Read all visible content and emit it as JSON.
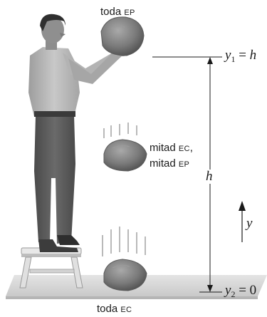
{
  "labels": {
    "top": {
      "word": "toda",
      "abbr": "EP"
    },
    "middle": {
      "line1": {
        "word": "mitad",
        "abbr": "EC",
        "suffix": ","
      },
      "line2": {
        "word": "mitad",
        "abbr": "EP"
      }
    },
    "bottom": {
      "word": "toda",
      "abbr": "EC"
    }
  },
  "axis": {
    "y1": {
      "symbol": "y",
      "sub": "1",
      "eq": "=",
      "value": "h"
    },
    "y2": {
      "symbol": "y",
      "sub": "2",
      "eq": "=",
      "value": "0"
    },
    "height_symbol": "h",
    "direction_symbol": "y"
  },
  "colors": {
    "rock": "#7a7a7a",
    "rock_dark": "#4f4f4f",
    "shirt": "#b7b7b7",
    "pants": "#5a5a5a",
    "skin": "#8d8d8d",
    "stool": "#dcdcdc",
    "floor": "#d9d9d9",
    "line": "#1a1a1a"
  }
}
